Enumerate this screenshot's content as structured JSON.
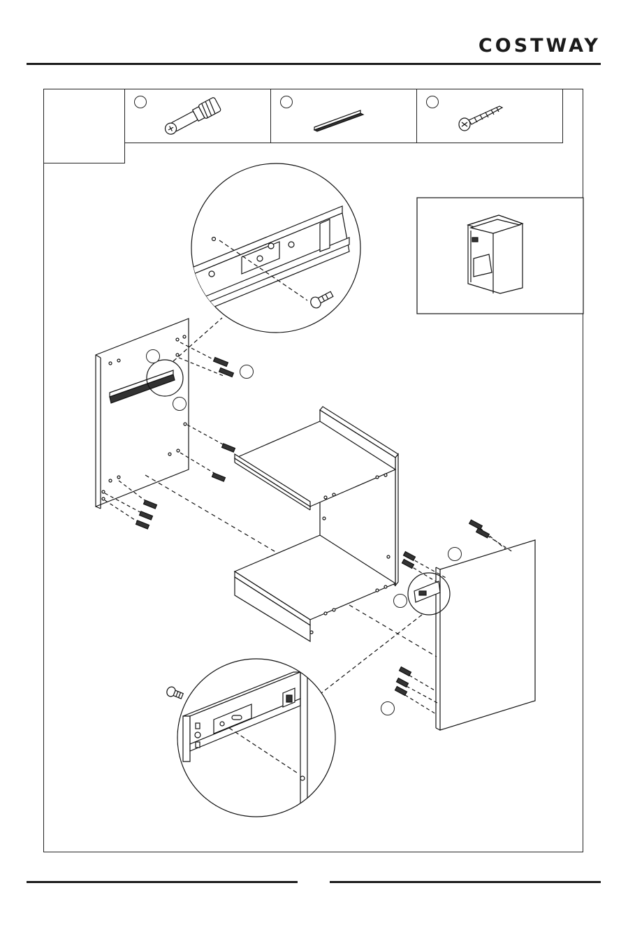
{
  "header": {
    "brand": "COSTWAY"
  },
  "step": {
    "number": ""
  },
  "hardware": [
    {
      "id": "",
      "name": "cam-bolt",
      "icon": "cam-bolt-icon"
    },
    {
      "id": "",
      "name": "drawer-slide",
      "icon": "drawer-slide-icon"
    },
    {
      "id": "",
      "name": "screw",
      "icon": "screw-icon"
    }
  ],
  "callouts": {
    "left_top": "",
    "left_bottom": "",
    "bolts_left": "",
    "right_top": "",
    "right_mid": "",
    "right_bottom": ""
  },
  "colors": {
    "line": "#1a1a1a",
    "background": "#ffffff"
  }
}
